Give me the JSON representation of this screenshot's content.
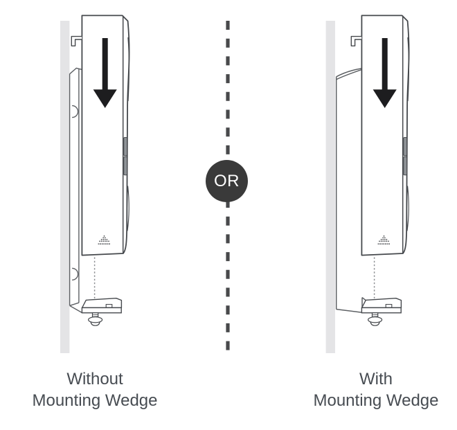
{
  "separator": {
    "or_label": "OR"
  },
  "panels": {
    "left": {
      "caption_line1": "Without",
      "caption_line2": "Mounting Wedge"
    },
    "right": {
      "caption_line1": "With",
      "caption_line2": "Mounting Wedge"
    }
  },
  "icons": {
    "down_arrow": "↓",
    "or_badge": "dark circle with OR text"
  },
  "colors": {
    "outline": "#45484c",
    "bracket_line": "#5c5f63",
    "wall": "#e4e4e6",
    "arrow": "#1d1d1f",
    "or_badge_bg": "#3a3a3a",
    "or_badge_text": "#ffffff",
    "caption_text": "#474c52",
    "dash_line": "#48494b",
    "page_bg": "#ffffff"
  }
}
